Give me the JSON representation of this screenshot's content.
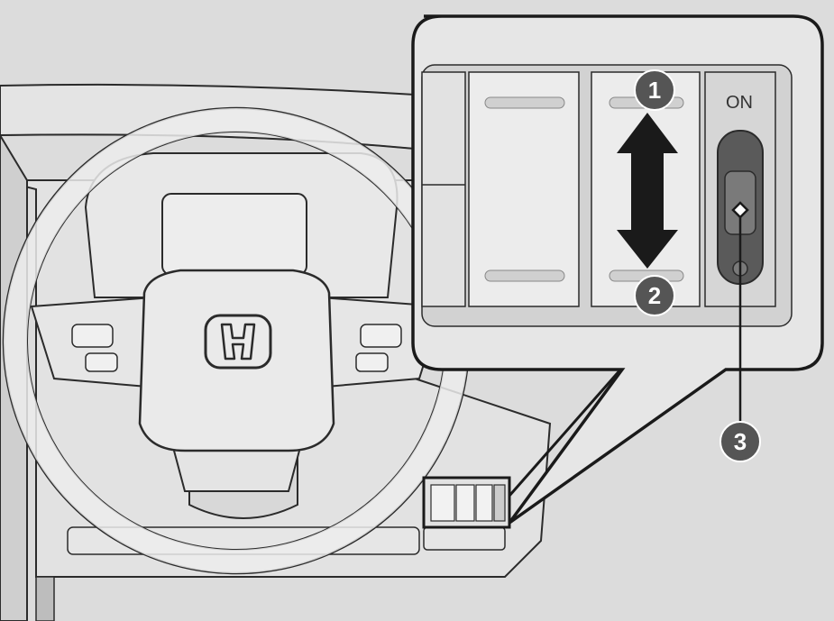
{
  "illustration": {
    "emblem": "honda-h-logo",
    "switch_state_label": "ON"
  },
  "callouts": [
    {
      "number": "1",
      "meaning": "arrow-up"
    },
    {
      "number": "2",
      "meaning": "arrow-down"
    },
    {
      "number": "3",
      "meaning": "switch-knob"
    }
  ],
  "colors": {
    "background": "#dcdcdc",
    "line": "#2b2b2b",
    "callout_fill": "#555555",
    "panel_fill": "#e6e6e6"
  }
}
